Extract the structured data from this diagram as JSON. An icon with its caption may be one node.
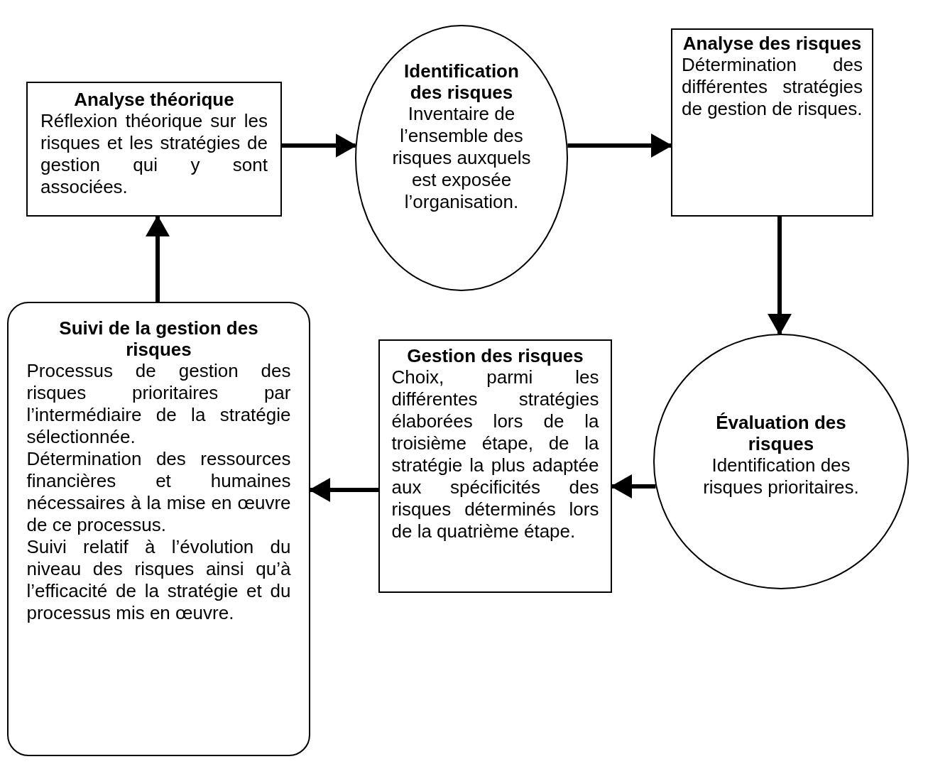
{
  "diagram": {
    "nodes": [
      {
        "text": [
          "Analyse théorique",
          "Réflexion théorique sur les risques et les stratégies de gestion qui y sont associées."
        ]
      },
      {
        "text": [
          "Identification des risques",
          "Inventaire de l’ensemble des risques auxquels est exposée l’organisation."
        ]
      },
      {
        "text": [
          "Analyse des risques",
          "Détermination des différentes stratégies de gestion de risques."
        ]
      },
      {
        "text": [
          "Évaluation des risques",
          "Identification des risques prioritaires."
        ]
      },
      {
        "text": [
          "Gestion des risques",
          "Choix, parmi les différentes stratégies élaborées lors de la troisième étape, de la stratégie la plus adaptée aux spécificités des risques déterminés lors de la quatrième étape."
        ]
      },
      {
        "text": [
          "Suivi de la gestion des risques",
          "Processus de gestion des risques prioritaires par l’intermédiaire de la stratégie sélectionnée.",
          "Détermination des ressources financières et humaines nécessaires à la mise en œuvre de ce processus.",
          "Suivi relatif à l’évolution du niveau des risques ainsi qu’à l’efficacité de la stratégie et du processus mis en œuvre."
        ]
      }
    ],
    "edges": [
      {
        "from": 0,
        "to": 1,
        "arrow": "to"
      },
      {
        "from": 1,
        "to": 2,
        "arrow": "to"
      },
      {
        "from": 2,
        "to": 3,
        "arrow": "to"
      },
      {
        "from": 3,
        "to": 4,
        "arrow": "to"
      },
      {
        "from": 4,
        "to": 5,
        "arrow": "to"
      },
      {
        "from": 5,
        "to": 0,
        "arrow": "to"
      }
    ]
  }
}
